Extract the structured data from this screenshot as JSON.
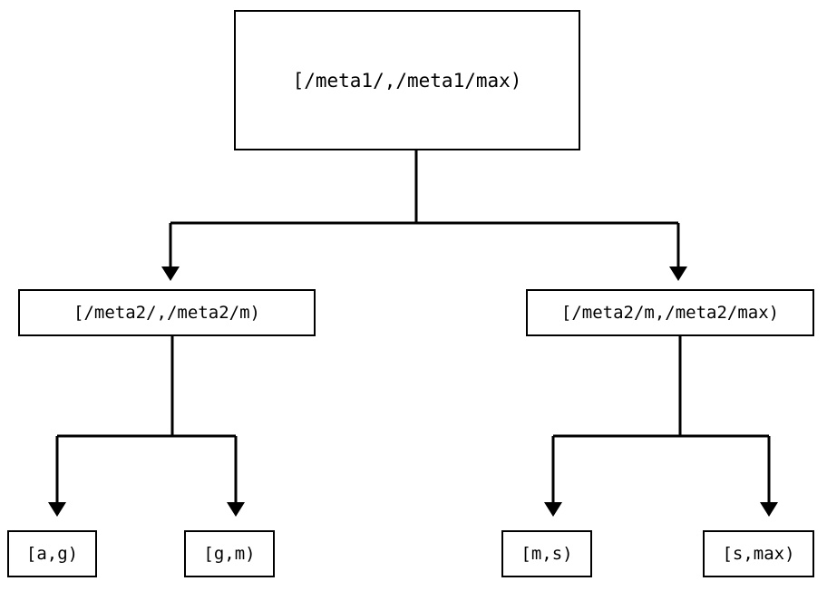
{
  "diagram": {
    "type": "tree",
    "title_visible": false,
    "colors": {
      "background": "#ffffff",
      "stroke": "#000000",
      "text": "#000000",
      "node_fill": "#ffffff"
    },
    "nodes": {
      "root": {
        "label": "[/meta1/,/meta1/max)",
        "level": 0
      },
      "mid_left": {
        "label": "[/meta2/,/meta2/m)",
        "level": 1
      },
      "mid_right": {
        "label": "[/meta2/m,/meta2/max)",
        "level": 1
      },
      "leaf_1": {
        "label": "[a,g)",
        "level": 2
      },
      "leaf_2": {
        "label": "[g,m)",
        "level": 2
      },
      "leaf_3": {
        "label": "[m,s)",
        "level": 2
      },
      "leaf_4": {
        "label": "[s,max)",
        "level": 2
      }
    },
    "edges": [
      {
        "from": "root",
        "to": "mid_left",
        "arrow": "down-triangle"
      },
      {
        "from": "root",
        "to": "mid_right",
        "arrow": "down-triangle"
      },
      {
        "from": "mid_left",
        "to": "leaf_1",
        "arrow": "down-triangle"
      },
      {
        "from": "mid_left",
        "to": "leaf_2",
        "arrow": "down-triangle"
      },
      {
        "from": "mid_right",
        "to": "leaf_3",
        "arrow": "down-triangle"
      },
      {
        "from": "mid_right",
        "to": "leaf_4",
        "arrow": "down-triangle"
      }
    ]
  }
}
